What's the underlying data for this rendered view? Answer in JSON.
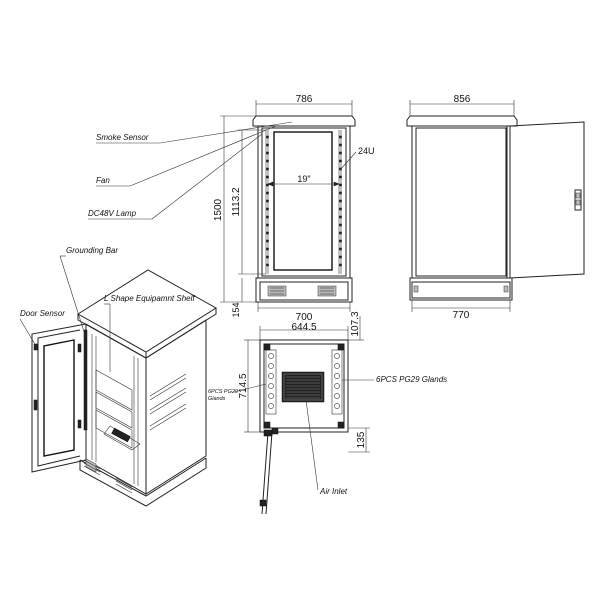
{
  "callouts": {
    "smoke_sensor": "Smoke Sensor",
    "fan": "Fan",
    "dc48v_lamp": "DC48V Lamp",
    "grounding_bar": "Grounding Bar",
    "l_shape_shelf": "L Shape Equipamnt Shelf",
    "door_sensor": "Door Sensor",
    "glands_left": "6PCS PG29 Glands",
    "glands_right": "6PCS PG29 Glands",
    "air_inlet": "Air Inlet",
    "rack_units": "24U",
    "rack_width": "19\""
  },
  "dimensions": {
    "front_top_width": "786",
    "front_height": "1500",
    "front_inner_height": "1113.2",
    "front_base_height": "154",
    "front_bottom_width": "700",
    "side_top_width": "856",
    "side_bottom_width": "770",
    "plan_width": "644.5",
    "plan_depth": "714.5",
    "plan_offset_top": "107.3",
    "plan_offset_bottom": "135"
  }
}
